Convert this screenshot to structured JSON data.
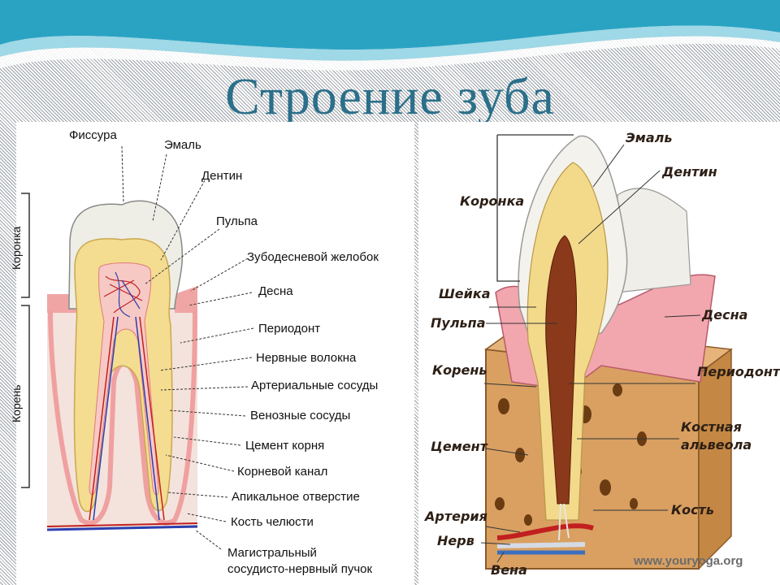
{
  "title": "Строение зуба",
  "left_diagram": {
    "side_labels": {
      "crown": "Коронка",
      "root": "Корень"
    },
    "labels": [
      "Фиссура",
      "Эмаль",
      "Дентин",
      "Пульпа",
      "Зубодесневой желобок",
      "Десна",
      "Периодонт",
      "Нервные волокна",
      "Артериальные сосуды",
      "Венозные сосуды",
      "Цемент корня",
      "Корневой канал",
      "Апикальное отверстие",
      "Кость челюсти",
      "Магистральный",
      "сосудисто-нервный пучок"
    ]
  },
  "right_diagram": {
    "labels_right": [
      "Эмаль",
      "Дентин",
      "Десна",
      "Периодонт",
      "Костная",
      "альвеола",
      "Кость"
    ],
    "labels_left": [
      "Коронка",
      "Шейка",
      "Пульпа",
      "Корень",
      "Цемент",
      "Артерия",
      "Нерв",
      "Вена"
    ],
    "watermark": "www.youryoga.org"
  },
  "colors": {
    "title": "#2b6f8a",
    "enamel": "#eeeee6",
    "dentin": "#f3d98a",
    "gum": "#f2a6ae",
    "bone": "#d9a062"
  }
}
